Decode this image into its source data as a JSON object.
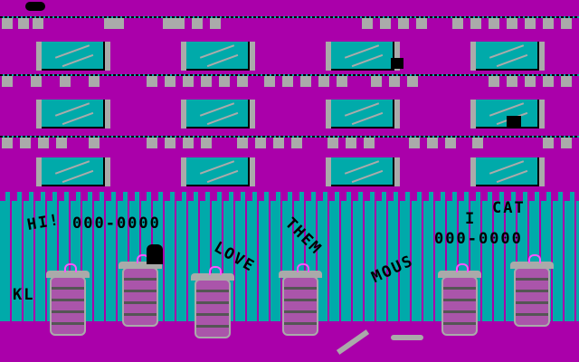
{
  "score_left": {
    "prefix": "HI!",
    "value": "000-0000"
  },
  "score_right": {
    "value": "000-0000"
  },
  "player_initials": "KL",
  "graffiti": [
    "LOVE",
    "THEM",
    "MOUS",
    "I",
    "CAT"
  ],
  "colors": {
    "sky": "#aa00aa",
    "fence": "#00aaaa",
    "gray": "#aaaaaa"
  }
}
